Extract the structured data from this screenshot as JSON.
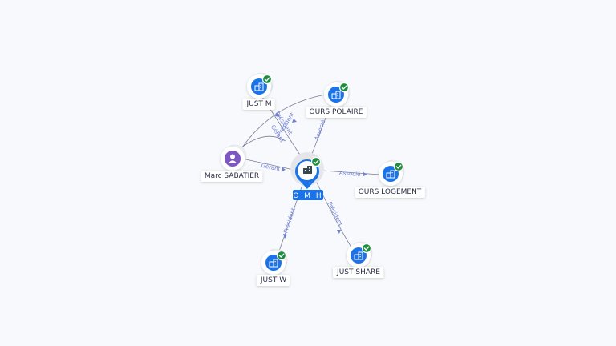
{
  "colors": {
    "background": "#f7f9fc",
    "edge": "#7a7f99",
    "edge_label": "#6f7fd6",
    "company_icon": "#1a73e8",
    "person_icon": "#7e57c2",
    "verified_badge": "#1e8e3e",
    "center_tag": "#1a73e8"
  },
  "center": {
    "label": "O M H",
    "icon": "building-icon",
    "verified": true
  },
  "nodes": [
    {
      "id": "just_m",
      "label": "JUST M",
      "kind": "company",
      "icon": "building-icon",
      "verified": true
    },
    {
      "id": "ours_polaire",
      "label": "OURS POLAIRE",
      "kind": "company",
      "icon": "building-icon",
      "verified": true
    },
    {
      "id": "marc",
      "label": "Marc SABATIER",
      "kind": "person",
      "icon": "person-icon",
      "verified": false
    },
    {
      "id": "ours_logement",
      "label": "OURS LOGEMENT",
      "kind": "company",
      "icon": "building-icon",
      "verified": true
    },
    {
      "id": "just_w",
      "label": "JUST W",
      "kind": "company",
      "icon": "building-icon",
      "verified": true
    },
    {
      "id": "just_share",
      "label": "JUST SHARE",
      "kind": "company",
      "icon": "building-icon",
      "verified": true
    }
  ],
  "edges": [
    {
      "from": "center",
      "to": "just_m",
      "label": "Président"
    },
    {
      "from": "center",
      "to": "ours_polaire",
      "label": "Associé"
    },
    {
      "from": "marc",
      "to": "center",
      "label": "Gérant"
    },
    {
      "from": "center",
      "to": "ours_logement",
      "label": "Associé"
    },
    {
      "from": "center",
      "to": "just_w",
      "label": "Président"
    },
    {
      "from": "center",
      "to": "just_share",
      "label": "Président"
    },
    {
      "from": "marc",
      "to": "just_m",
      "label": "Gérant"
    },
    {
      "from": "marc",
      "to": "ours_polaire",
      "label": "Président"
    }
  ]
}
